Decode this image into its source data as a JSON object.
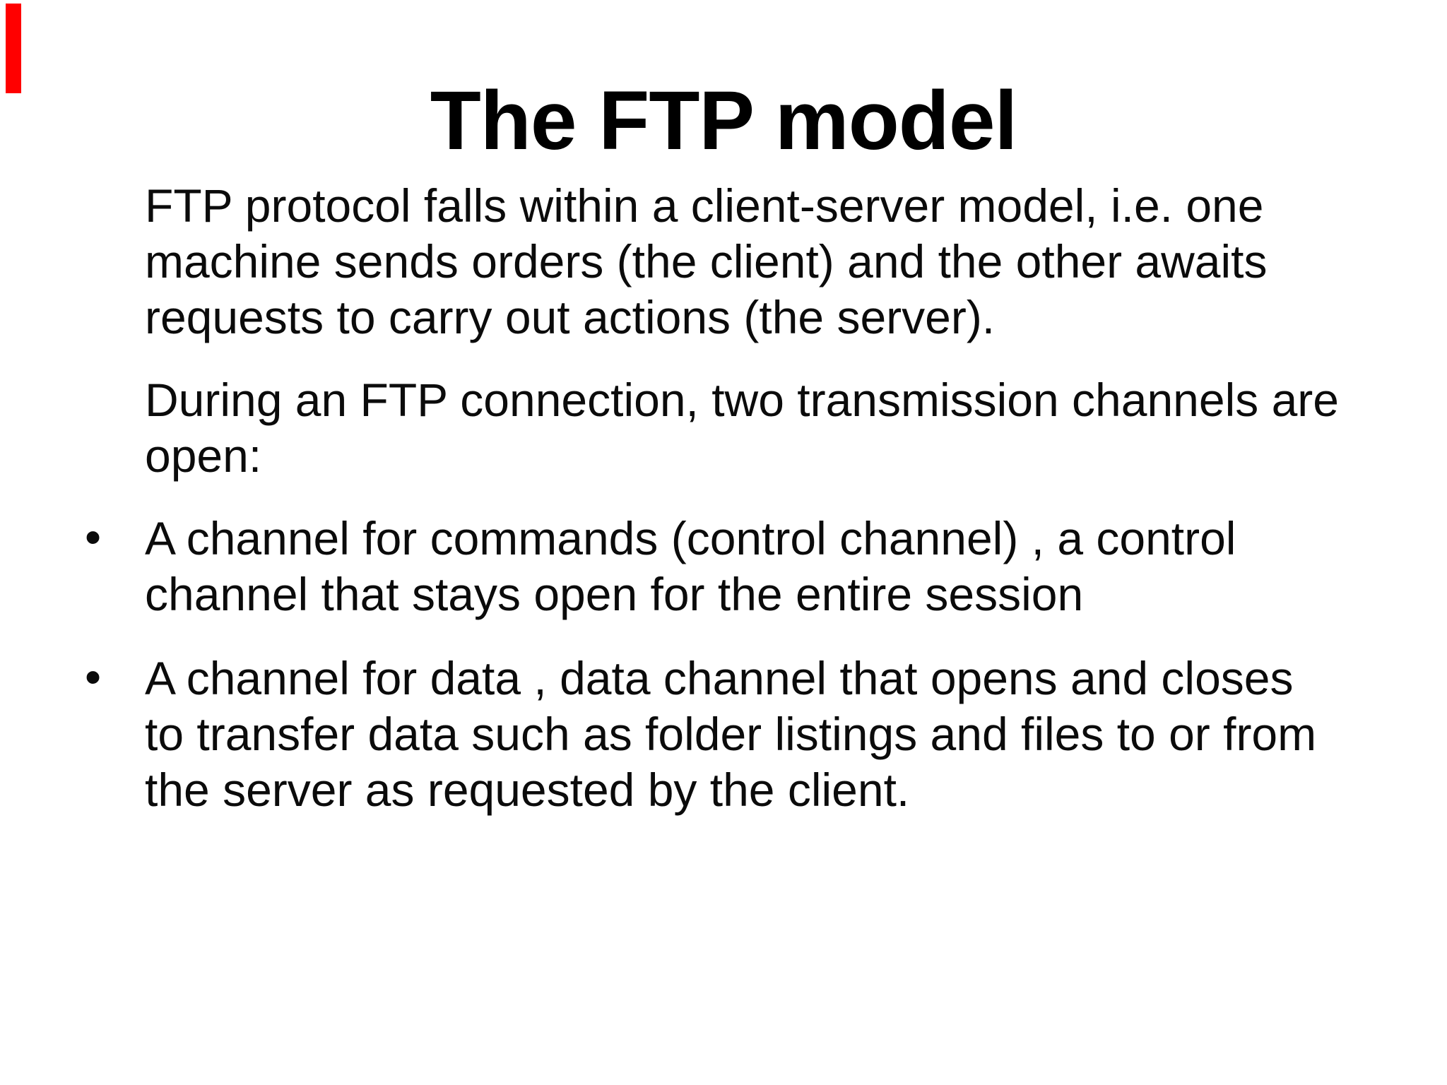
{
  "slide": {
    "title": "The FTP model",
    "paragraphs": [
      "FTP protocol falls within a client-server model, i.e. one machine sends orders (the client) and the other awaits requests to carry out actions (the server).",
      "During an FTP connection, two transmission channels are open:"
    ],
    "bullets": [
      "A channel for commands (control channel) , a control channel that stays open for the entire session",
      "A channel for data , data channel that opens and closes to transfer data such as folder listings and files to or from the server as requested by the client."
    ],
    "bullet_glyph": "•",
    "colors": {
      "background": "#ffffff",
      "text": "#000000",
      "accent_red": "#ff0000"
    }
  }
}
